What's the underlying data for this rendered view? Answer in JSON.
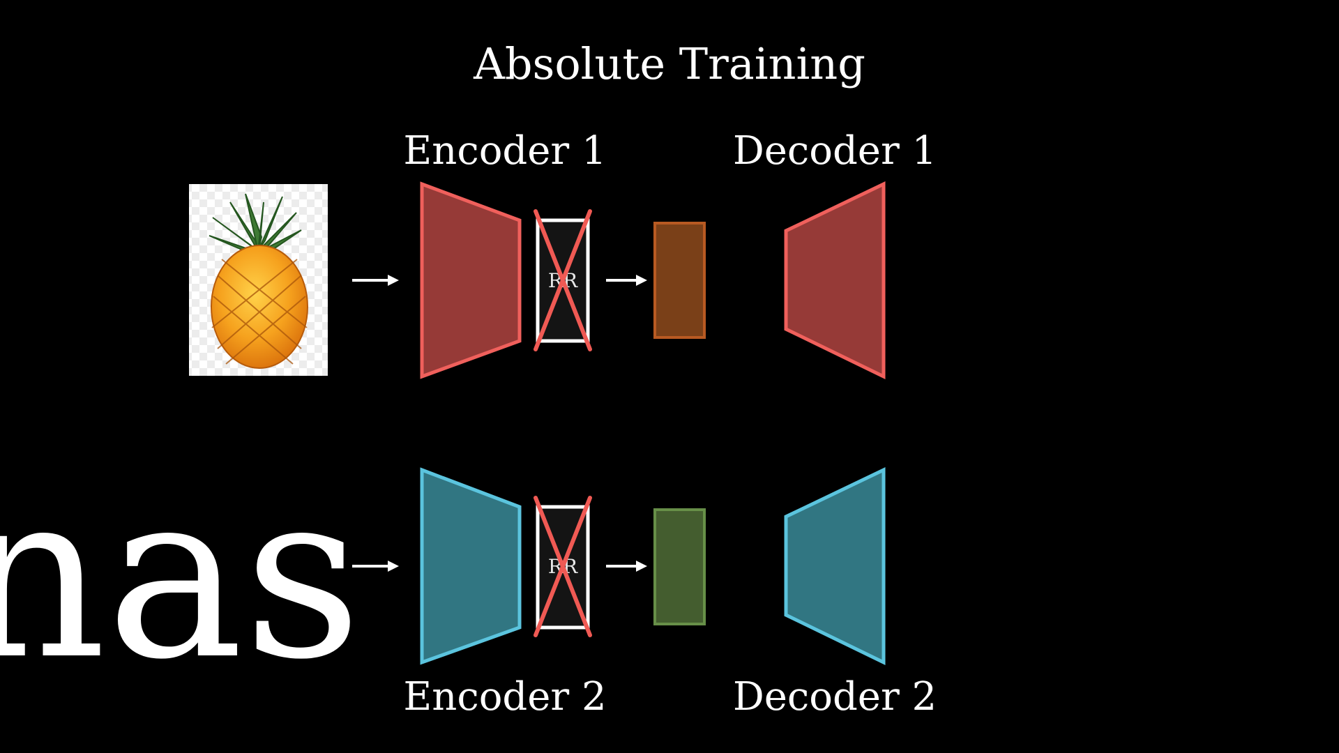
{
  "title": "Absolute Training",
  "labels": {
    "encoder_top": "Encoder 1",
    "decoder_top": "Decoder 1",
    "encoder_bottom": "Encoder 2",
    "decoder_bottom": "Decoder 2"
  },
  "rr_text_top": "RR",
  "rr_text_bottom": "RR",
  "partial_word": "nas",
  "colors": {
    "background": "#000000",
    "red_fill": "#963a37",
    "red_stroke": "#f0605c",
    "blue_fill": "#317682",
    "blue_stroke": "#5bc4de",
    "orange_latent_fill": "#7a4018",
    "orange_latent_stroke": "#b85a22",
    "green_latent_fill": "#445d2f",
    "green_latent_stroke": "#678f48",
    "cross": "#f05a54"
  },
  "icons": [
    "pineapple-image",
    "right-arrow-icon",
    "cross-icon"
  ]
}
